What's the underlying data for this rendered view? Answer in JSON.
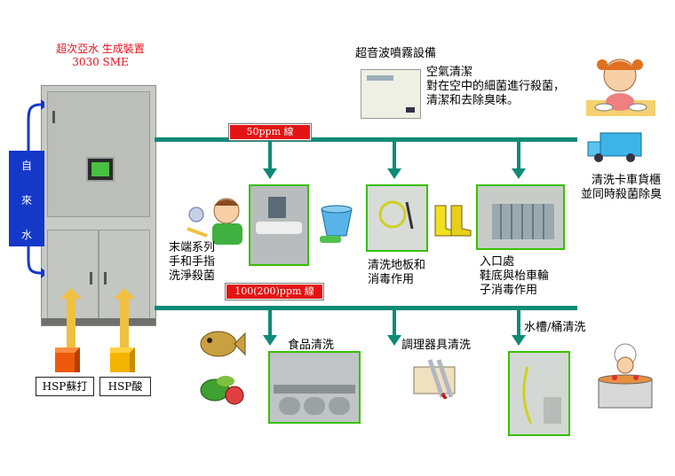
{
  "machine": {
    "title_line1": "超次亞水 生成裝置",
    "title_line2": "3030 SME",
    "water_chars": [
      "自",
      "來",
      "水"
    ]
  },
  "ultrasonic": {
    "title": "超音波噴霧設備",
    "desc_line1": "空氣清潔",
    "desc_line2": "對在空中的細菌進行殺菌，",
    "desc_line3": "清潔和去除臭味。"
  },
  "lines": {
    "upper_label": "50ppm 線",
    "lower_label": "100(200)ppm 線"
  },
  "upper_items": {
    "hands": [
      "末端系列",
      "手和手指",
      "洗淨殺菌"
    ],
    "floor": [
      "清洗地板和",
      "消毒作用"
    ],
    "entrance": [
      "入口處",
      "鞋底與枱車輪",
      "子消毒作用"
    ],
    "truck": [
      "清洗卡車貨櫃",
      "並同時殺菌除臭"
    ]
  },
  "lower_items": {
    "food": "食品清洗",
    "utensils": "調理器具清洗",
    "sink": "水槽/桶清洗"
  },
  "hsp": {
    "soda": "HSP蘇打",
    "acid": "HSP酸"
  },
  "colors": {
    "pipe": "#0e8a76",
    "label_red": "#e41414",
    "water_blue": "#1438c8",
    "frame_green": "#38c000"
  }
}
